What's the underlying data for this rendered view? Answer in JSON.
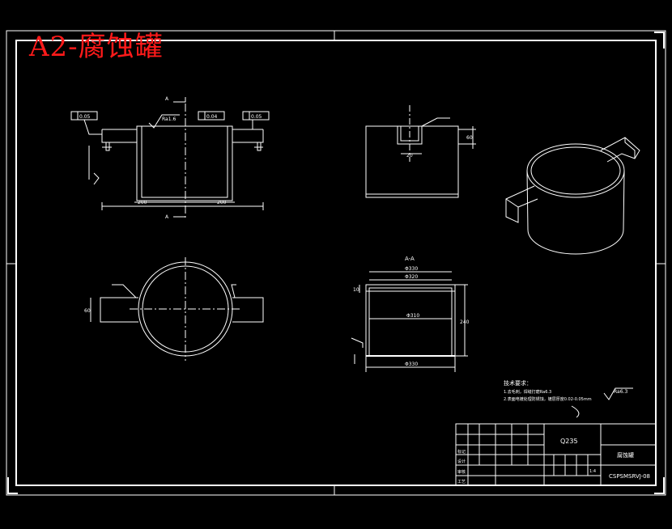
{
  "sheet_title": "A2-腐蚀罐",
  "section_label": "A-A",
  "view_marker": "A",
  "tech_requirements": {
    "heading": "技术要求：",
    "lines": [
      "1.去毛刺，焊缝打磨Ra6.3",
      "2.表面电镀处理防锈蚀，镀层厚度0.02-0.05mm"
    ]
  },
  "roughness_global": "Ra6.3",
  "title_block": {
    "material": "Q235",
    "part_name": "腐蚀罐",
    "drawing_no": "CSPSMSRVJ-08",
    "scale": "1:4",
    "row_labels": [
      "标记",
      "设计",
      "审核",
      "工艺"
    ]
  },
  "dims": {
    "front_left_half": "200",
    "front_right_half": "200",
    "front_tol_a": "0.05",
    "front_tol_b": "0.04",
    "front_roughness": "Ra1.6",
    "side_slot": "20",
    "side_height": "60",
    "top_handle": "60",
    "sec_outer": "Φ330",
    "sec_inner": "Φ320",
    "sec_mid": "Φ310",
    "sec_bottom": "Φ330",
    "sec_height": "240",
    "sec_top": "10"
  }
}
